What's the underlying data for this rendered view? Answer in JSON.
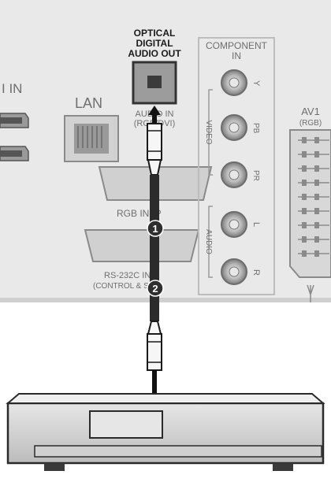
{
  "panel": {
    "optical_lines": [
      "OPTICAL",
      "DIGITAL",
      "AUDIO OUT"
    ],
    "hdmi_label": "I IN",
    "lan_label": "LAN",
    "audio_in_lines": [
      "AUDIO IN",
      "(RGB/DVI)"
    ],
    "rgb_in_label": "RGB IN (P",
    "rs232_lines": [
      "RS-232C IN",
      "(CONTROL & SE"
    ],
    "component_lines": [
      "COMPONENT",
      "IN"
    ],
    "video_label": "VIDEO",
    "audio_label": "AUDIO",
    "jack_labels": [
      "Y",
      "PB",
      "PR",
      "L",
      "R"
    ],
    "av1_lines": [
      "AV1",
      "(RGB)"
    ]
  },
  "steps": [
    {
      "number": "1"
    },
    {
      "number": "2"
    }
  ],
  "colors": {
    "panel": "#ededed",
    "port_dark": "#4a4a4a",
    "cable": "#2b2b2b",
    "device": "#d6d6d6"
  }
}
